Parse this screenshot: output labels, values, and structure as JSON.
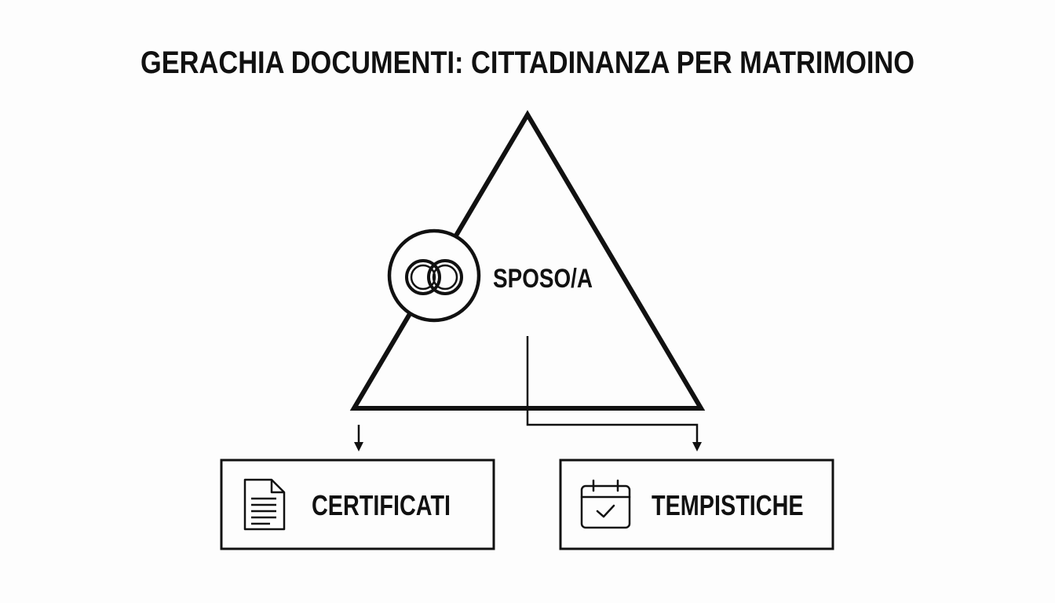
{
  "title": "GERACHIA DOCUMENTI: CITTADINANZA PER MATRIMOINO",
  "top_node": {
    "label": "SPOSO/A",
    "icon": "wedding-rings-icon"
  },
  "boxes": [
    {
      "label": "CERTIFICATI",
      "icon": "document-icon"
    },
    {
      "label": "TEMPISTICHE",
      "icon": "calendar-check-icon"
    }
  ],
  "colors": {
    "stroke": "#111111",
    "background": "#fdfdfd"
  }
}
